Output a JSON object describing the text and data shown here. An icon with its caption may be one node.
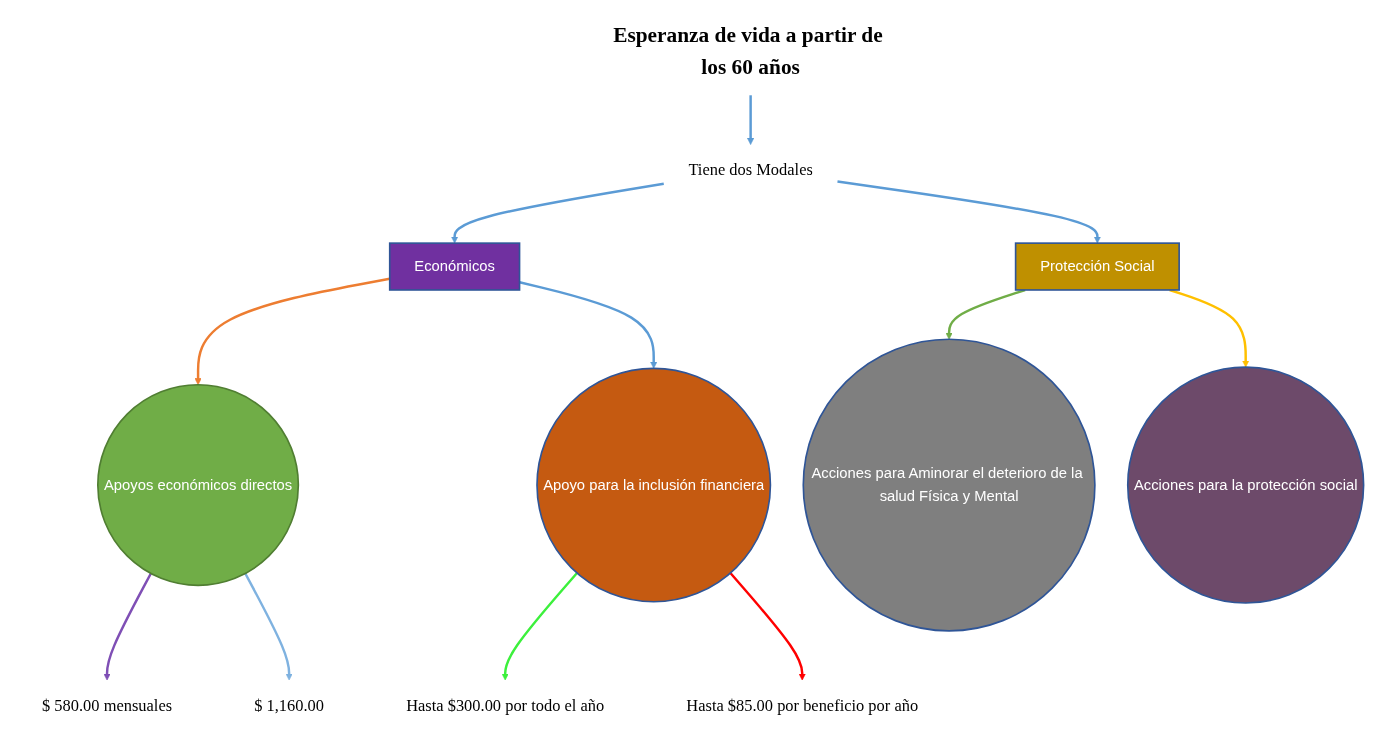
{
  "diagram": {
    "nodes": [
      {
        "text": [
          "Esperanza de vida a partir de los 60 años"
        ]
      },
      {
        "text": [
          "Tiene dos Modales"
        ]
      },
      {
        "text": [
          "Económicos"
        ]
      },
      {
        "text": [
          "Protección Social"
        ]
      },
      {
        "text": [
          "Apoyos económicos directos"
        ]
      },
      {
        "text": [
          "Apoyo para la inclusión financiera"
        ]
      },
      {
        "text": [
          "Acciones para Aminorar el deterioro de la salud Física y Mental"
        ]
      },
      {
        "text": [
          "Acciones para la protección social"
        ]
      },
      {
        "text": [
          "$ 580.00 mensuales"
        ]
      },
      {
        "text": [
          "$ 1,160.00"
        ]
      },
      {
        "text": [
          "Hasta $300.00 por todo el año"
        ]
      },
      {
        "text": [
          "Hasta $85.00 por beneficio por año"
        ]
      }
    ],
    "edges": [
      {
        "from": 0,
        "to": 1,
        "arrow": "to",
        "color": "#5b9bd5"
      },
      {
        "from": 1,
        "to": 2,
        "arrow": "to",
        "color": "#5b9bd5"
      },
      {
        "from": 1,
        "to": 3,
        "arrow": "to",
        "color": "#5b9bd5"
      },
      {
        "from": 2,
        "to": 4,
        "arrow": "to",
        "color": "#ed7d31"
      },
      {
        "from": 2,
        "to": 5,
        "arrow": "to",
        "color": "#5b9bd5"
      },
      {
        "from": 3,
        "to": 6,
        "arrow": "to",
        "color": "#70ad47"
      },
      {
        "from": 3,
        "to": 7,
        "arrow": "to",
        "color": "#ffc000"
      },
      {
        "from": 4,
        "to": 8,
        "arrow": "to",
        "color": "#7f4fb5"
      },
      {
        "from": 4,
        "to": 9,
        "arrow": "to",
        "color": "#7fb2e0"
      },
      {
        "from": 5,
        "to": 10,
        "arrow": "to",
        "color": "#3cf03c"
      },
      {
        "from": 5,
        "to": 11,
        "arrow": "to",
        "color": "#ff0000"
      }
    ]
  }
}
